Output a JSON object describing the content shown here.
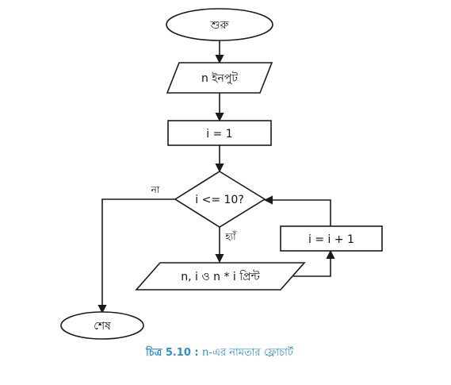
{
  "flowchart": {
    "nodes": {
      "start": "শুরু",
      "input": "n ইনপুট",
      "init": "i = 1",
      "condition": "i <= 10?",
      "output": "n, i ও n * i প্রিন্ট",
      "increment": "i = i + 1",
      "end": "শেষ"
    },
    "edges": {
      "no": "না",
      "yes": "হ্যাঁ"
    }
  },
  "caption": {
    "number": "চিত্র 5.10",
    "separator": " : ",
    "text": "n-এর নামতার ফ্লোচার্ট"
  },
  "colors": {
    "caption": "#2d8fc9",
    "stroke": "#1a1a1a"
  }
}
